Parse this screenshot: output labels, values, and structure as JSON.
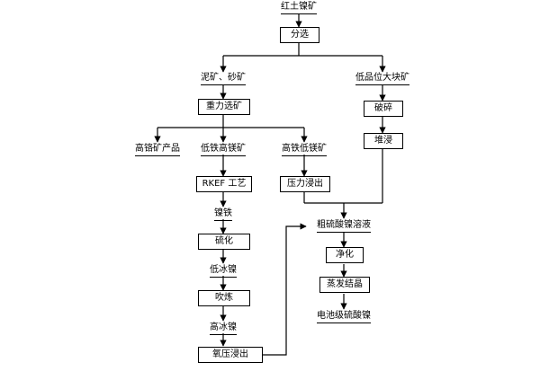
{
  "nodes": {
    "ore": "红土镍矿",
    "sort": "分选",
    "mud_sand": "泥矿、砂矿",
    "low_grade_block": "低品位大块矿",
    "gravity": "重力选矿",
    "crush": "破碎",
    "high_chrome": "高铬矿产品",
    "low_fe_high_ni": "低铁高镁矿",
    "high_fe_low_mg": "高铁低镁矿",
    "heap_leach": "堆浸",
    "rkef": "RKEF 工艺",
    "pressure_leach": "压力浸出",
    "nife": "镍铁",
    "crude_sulfate": "粗硫酸镍溶液",
    "sulfidize": "硫化",
    "purify": "净化",
    "low_matte": "低冰镍",
    "evap": "蒸发结晶",
    "blow": "吹炼",
    "battery_sulfate": "电池级硫酸镍",
    "high_matte": "高冰镍",
    "oxy_leach": "氧压浸出"
  }
}
